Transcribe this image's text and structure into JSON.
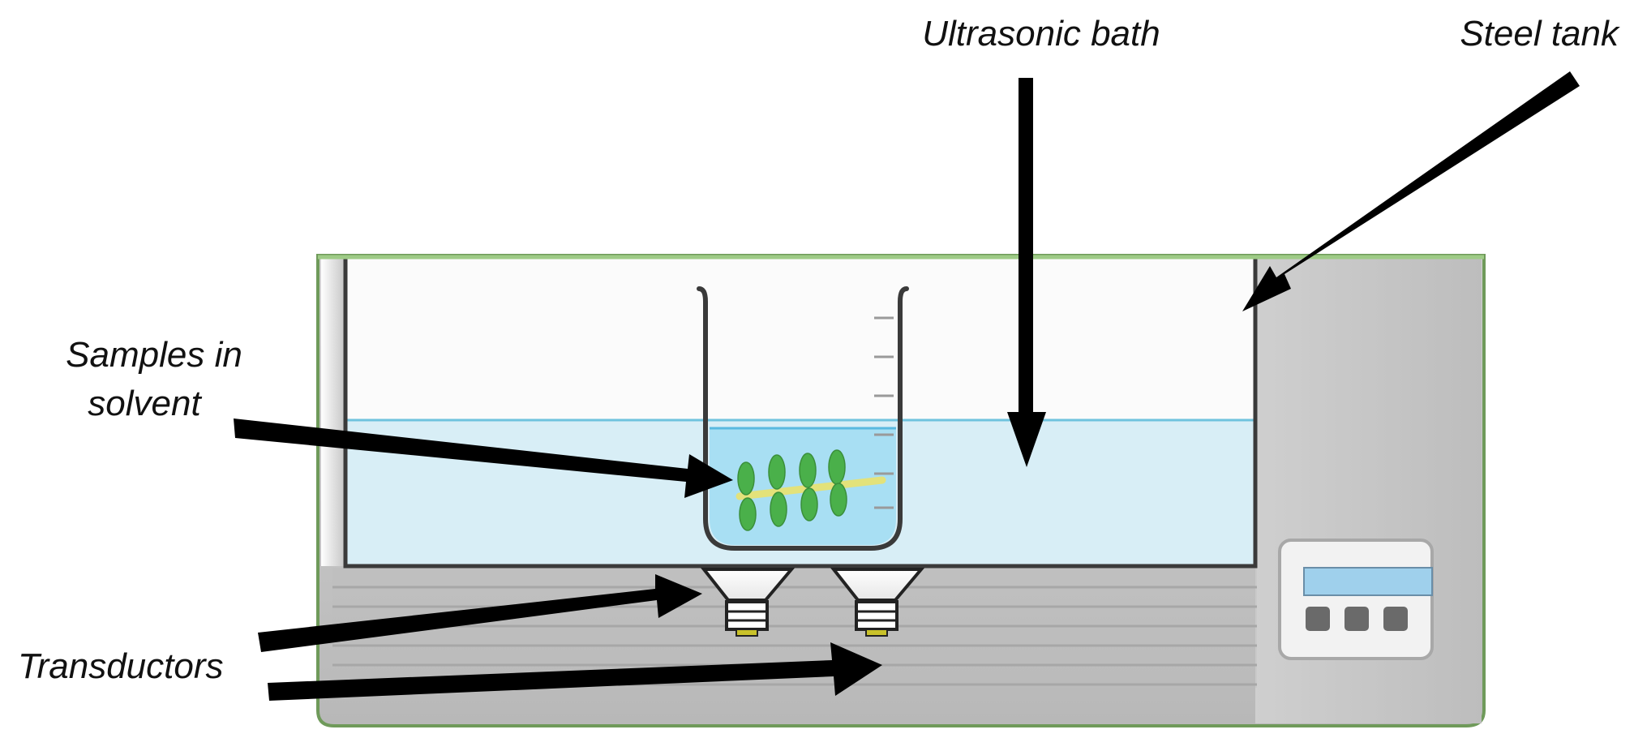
{
  "labels": {
    "ultrasonic_bath": "Ultrasonic bath",
    "steel_tank": "Steel tank",
    "samples_line1": "Samples in",
    "samples_line2": "solvent",
    "transductors": "Transductors"
  },
  "colors": {
    "tank_outline": "#5e8a4a",
    "tank_fill": "#c6c6c6",
    "water": "#d8eef6",
    "water_line": "#6fc3de",
    "beaker_liquid": "#a8dff3",
    "leaf": "#4ab04a",
    "stem": "#e3e27a",
    "display": "#9fd0ec",
    "arrow": "#000000"
  },
  "icons": [
    "beaker-icon",
    "transducer-icon",
    "control-panel-icon",
    "arrow-icon"
  ]
}
